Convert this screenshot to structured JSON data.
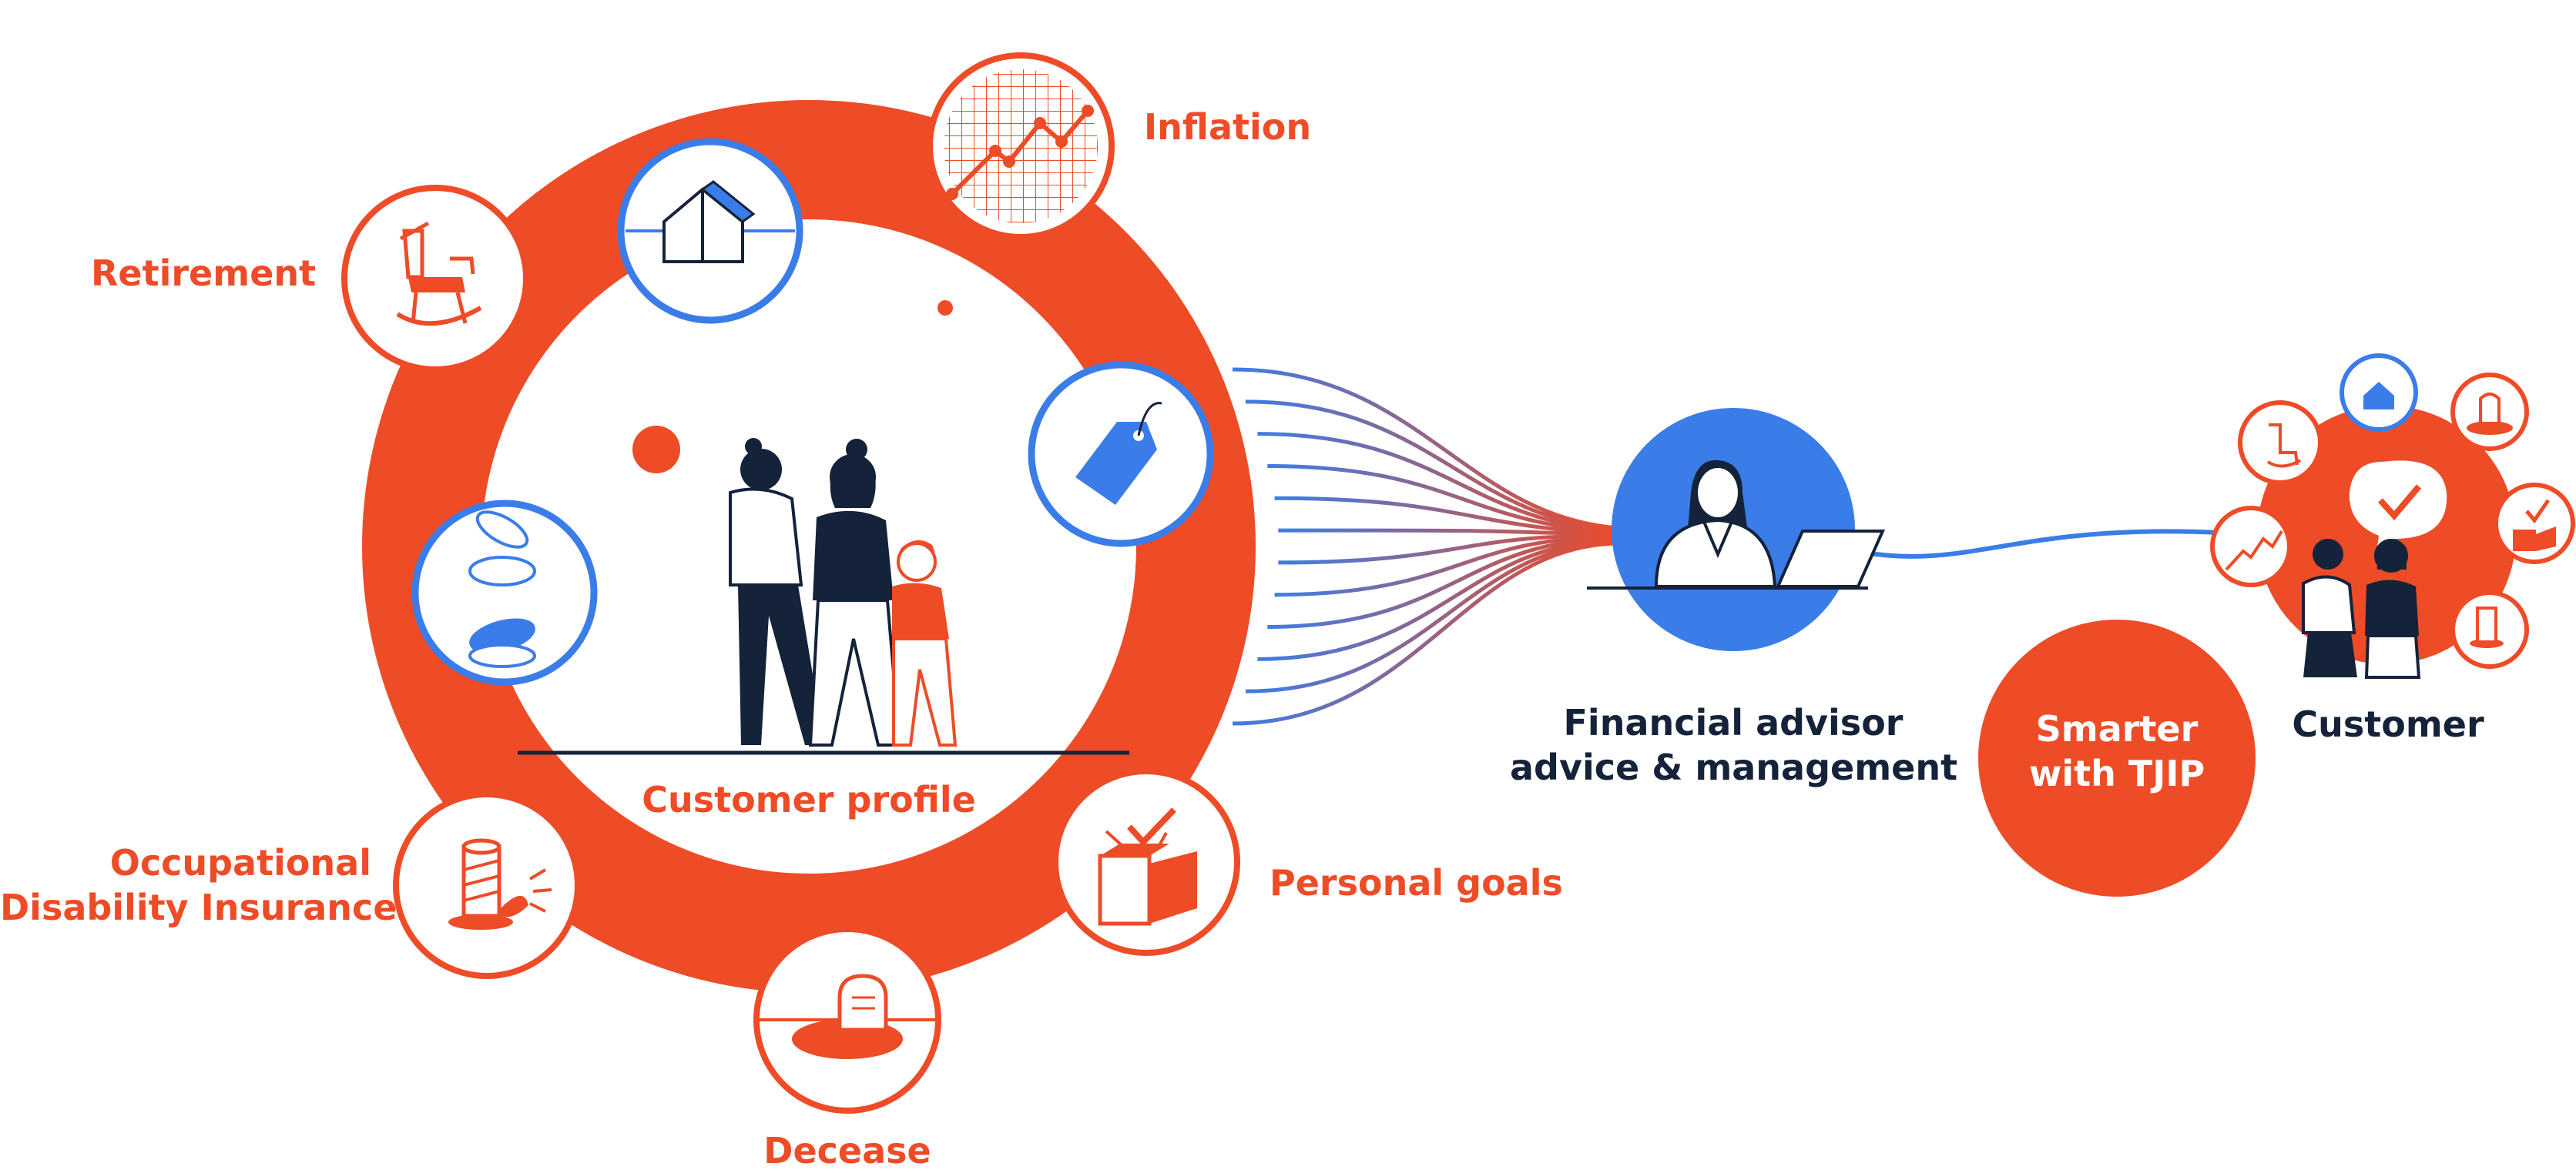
{
  "colors": {
    "orange": "#ee4b27",
    "blue": "#3b7de8",
    "navy": "#14223a",
    "white": "#ffffff"
  },
  "center": {
    "label": "Customer profile",
    "illustration": "family-illustration"
  },
  "topics": [
    {
      "id": "inflation",
      "label": "Inflation",
      "icon": "rising-chart-icon"
    },
    {
      "id": "retirement",
      "label": "Retirement",
      "icon": "rocking-chair-icon"
    },
    {
      "id": "disability",
      "label_lines": [
        "Occupational",
        "Disability Insurance"
      ],
      "icon": "broken-leg-icon"
    },
    {
      "id": "decease",
      "label": "Decease",
      "icon": "gravestone-icon"
    },
    {
      "id": "goals",
      "label": "Personal goals",
      "icon": "goal-box-icon"
    }
  ],
  "inner_icons": [
    "house-icon",
    "price-tag-icon",
    "coins-icon"
  ],
  "advisor": {
    "label_lines": [
      "Financial advisor",
      "advice & management"
    ],
    "icon": "advisor-laptop-icon"
  },
  "badge": {
    "label_lines": [
      "Smarter",
      "with TJIP"
    ]
  },
  "customer": {
    "label": "Customer",
    "icon": "satisfied-customer-icon"
  }
}
